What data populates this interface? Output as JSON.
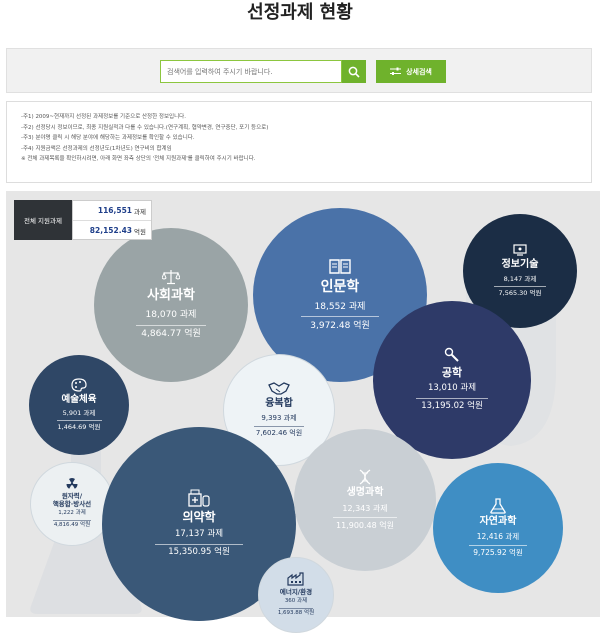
{
  "page": {
    "title": "선정과제 현황"
  },
  "search": {
    "placeholder": "검색어를 입력하여 주시기 바랍니다.",
    "detail_label": "상세검색"
  },
  "notes": [
    "-주1) 2009~현재까지 선정된 과제정보를 기준으로 산정한 정보입니다.",
    "-주2) 선정당시 정보이므로, 최종 지원실적과 다를 수 있습니다.(연구계획, 협약변경, 연구중단, 포기 등으로)",
    "-주3) 분야명 클릭 시 해당 분야에 해당하는 과제정보를 확인할 수 있습니다.",
    "-주4) 지원금액은 선정과제의 선정년도(1차년도) 연구비의 합계임",
    "※ 전체 과제목록을 확인하시려면, 아래 화면 좌측 상단의 '전체 지원과제'를 클릭하여 주시기 바랍니다."
  ],
  "total": {
    "label": "전체 지원과제",
    "count": "116,551",
    "count_unit": "과제",
    "amount": "82,152.43",
    "amount_unit": "억원"
  },
  "fields": [
    {
      "id": "social",
      "name": "사회과학",
      "count": "18,070 과제",
      "amount": "4,864.77 억원",
      "icon": "scales-icon",
      "color": "#9aa4a6"
    },
    {
      "id": "humanities",
      "name": "인문학",
      "count": "18,552 과제",
      "amount": "3,972.48 억원",
      "icon": "book-icon",
      "color": "#4a72a8"
    },
    {
      "id": "it",
      "name": "정보기술",
      "count": "8,147 과제",
      "amount": "7,565.30 억원",
      "icon": "monitor-icon",
      "color": "#1b2d45"
    },
    {
      "id": "arts",
      "name": "예술체육",
      "count": "5,901 과제",
      "amount": "1,464.69 억원",
      "icon": "palette-icon",
      "color": "#2f4766"
    },
    {
      "id": "fusion",
      "name": "융복합",
      "count": "9,393 과제",
      "amount": "7,602.46 억원",
      "icon": "handshake-icon",
      "color": "#eef3f6"
    },
    {
      "id": "engineering",
      "name": "공학",
      "count": "13,010 과제",
      "amount": "13,195.02 억원",
      "icon": "wrench-icon",
      "color": "#2e3a68"
    },
    {
      "id": "nuclear",
      "name": "원자력/\n핵융합·방사선",
      "count": "1,222 과제",
      "amount": "4,816.49 억원",
      "icon": "radiation-icon",
      "color": "#ecf0f2"
    },
    {
      "id": "medicine",
      "name": "의약학",
      "count": "17,137 과제",
      "amount": "15,350.95 억원",
      "icon": "medicine-icon",
      "color": "#3a5878"
    },
    {
      "id": "life",
      "name": "생명과학",
      "count": "12,343 과제",
      "amount": "11,900.48 억원",
      "icon": "dna-icon",
      "color": "#c9cfd4"
    },
    {
      "id": "natural",
      "name": "자연과학",
      "count": "12,416 과제",
      "amount": "9,725.92 억원",
      "icon": "flask-icon",
      "color": "#3f8ec4"
    },
    {
      "id": "energy",
      "name": "에너지/환경",
      "count": "360 과제",
      "amount": "1,693.88 억원",
      "icon": "factory-icon",
      "color": "#d2dde8"
    }
  ]
}
